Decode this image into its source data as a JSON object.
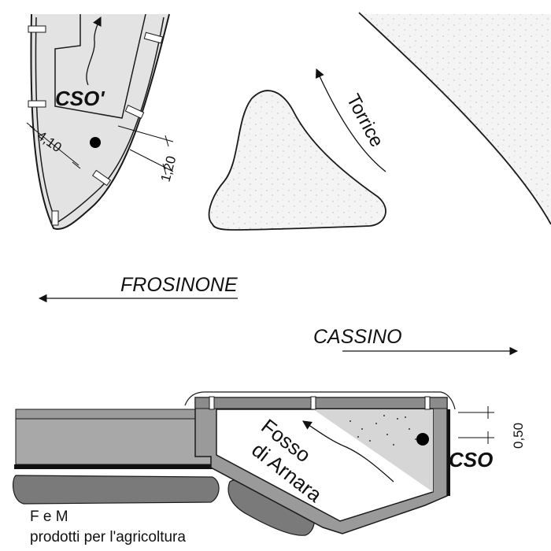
{
  "labels": {
    "cso_prime": "CSO'",
    "torrice": "Torrice",
    "frosinone": "FROSINONE",
    "cassino": "CASSINO",
    "fosso_line1": "Fosso",
    "fosso_line2": "di Arnara",
    "cso": "CSO",
    "company": "F e M",
    "company_sub": "prodotti per l'agricoltura"
  },
  "dimensions": {
    "d1": "4,10",
    "d2": "1,20",
    "d3": "0,50"
  },
  "colors": {
    "channel_fill": "#e3e3e3",
    "dark_band": "#8c8c8c",
    "concrete": "#a8a8a8",
    "outline": "#1a1a1a"
  }
}
